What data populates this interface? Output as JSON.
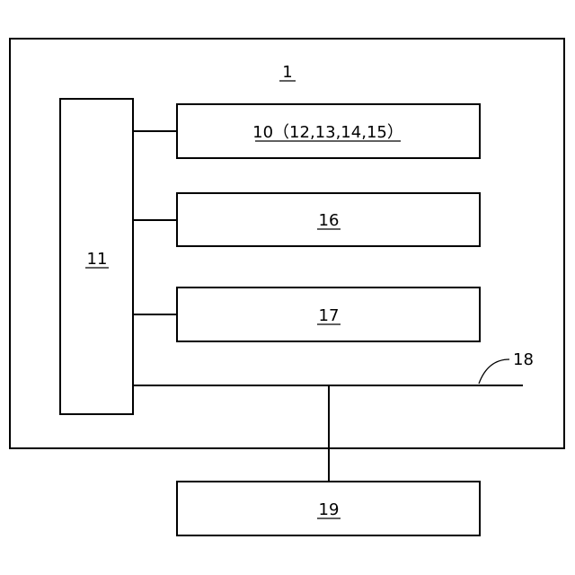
{
  "diagram": {
    "device": {
      "label": "1"
    },
    "controller": {
      "label": "11"
    },
    "unit_a": {
      "label": "10（12,13,14,15）"
    },
    "unit_b": {
      "label": "16"
    },
    "unit_c": {
      "label": "17"
    },
    "bus": {
      "label": "18"
    },
    "external": {
      "label": "19"
    }
  }
}
